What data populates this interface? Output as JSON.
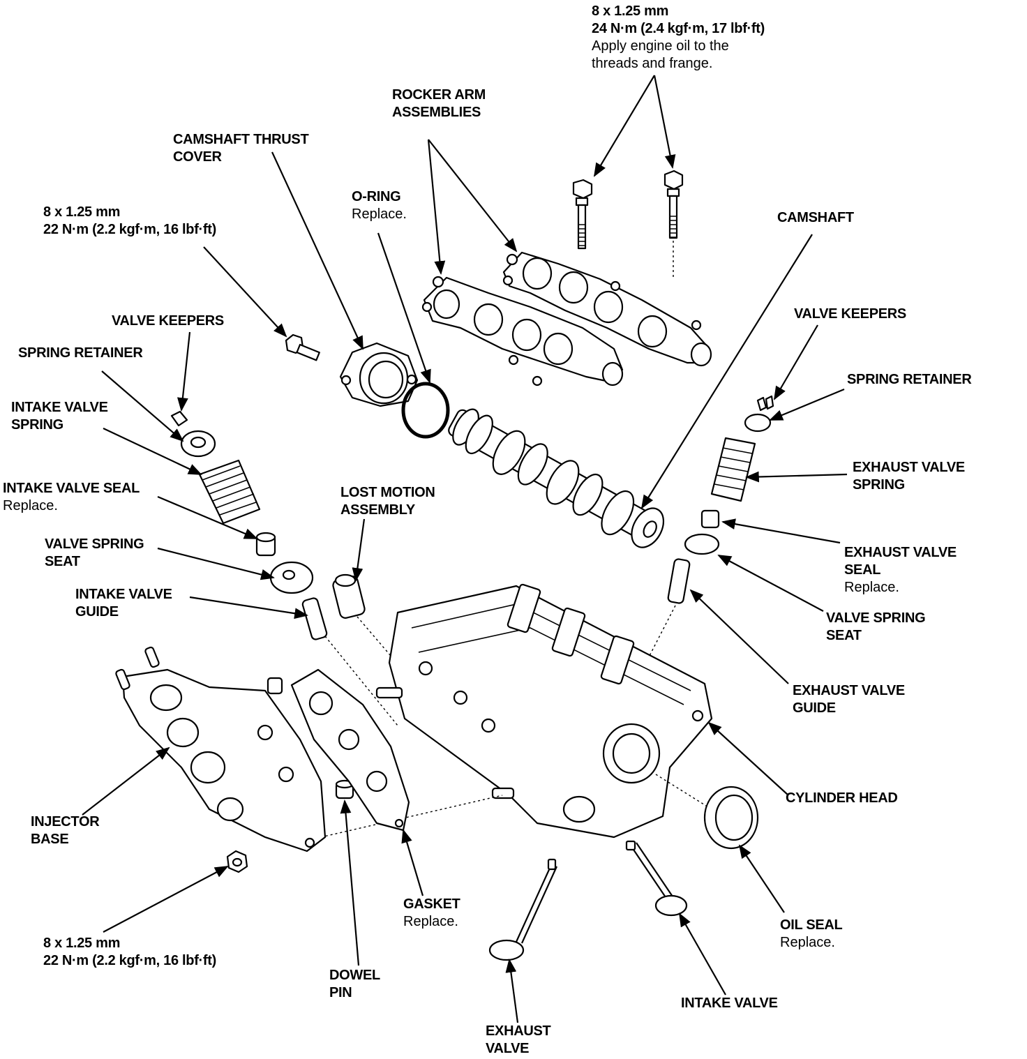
{
  "diagram": {
    "labels": {
      "top_bolt": {
        "line1": "8 x 1.25 mm",
        "line2": "24 N·m (2.4 kgf·m, 17 lbf·ft)",
        "line3": "Apply engine oil to the",
        "line4": "threads and frange."
      },
      "rocker_arm": {
        "line1": "ROCKER ARM",
        "line2": "ASSEMBLIES"
      },
      "camshaft_thrust_cover": {
        "line1": "CAMSHAFT THRUST",
        "line2": "COVER"
      },
      "o_ring": {
        "line1": "O-RING",
        "note": "Replace."
      },
      "left_bolt": {
        "line1": "8 x 1.25 mm",
        "line2": "22 N·m (2.2 kgf·m, 16 lbf·ft)"
      },
      "camshaft": {
        "line1": "CAMSHAFT"
      },
      "valve_keepers_left": {
        "line1": "VALVE KEEPERS"
      },
      "valve_keepers_right": {
        "line1": "VALVE KEEPERS"
      },
      "spring_retainer_left": {
        "line1": "SPRING RETAINER"
      },
      "spring_retainer_right": {
        "line1": "SPRING RETAINER"
      },
      "intake_valve_spring": {
        "line1": "INTAKE VALVE",
        "line2": "SPRING"
      },
      "intake_valve_seal": {
        "line1": "INTAKE VALVE SEAL",
        "note": "Replace."
      },
      "valve_spring_seat_left": {
        "line1": "VALVE SPRING",
        "line2": "SEAT"
      },
      "intake_valve_guide": {
        "line1": "INTAKE VALVE",
        "line2": "GUIDE"
      },
      "lost_motion": {
        "line1": "LOST MOTION",
        "line2": "ASSEMBLY"
      },
      "exhaust_valve_spring": {
        "line1": "EXHAUST VALVE",
        "line2": "SPRING"
      },
      "exhaust_valve_seal": {
        "line1": "EXHAUST VALVE",
        "line2": "SEAL",
        "note": "Replace."
      },
      "valve_spring_seat_right": {
        "line1": "VALVE SPRING",
        "line2": "SEAT"
      },
      "exhaust_valve_guide": {
        "line1": "EXHAUST VALVE",
        "line2": "GUIDE"
      },
      "cylinder_head": {
        "line1": "CYLINDER HEAD"
      },
      "injector_base": {
        "line1": "INJECTOR",
        "line2": "BASE"
      },
      "bottom_bolt": {
        "line1": "8 x 1.25 mm",
        "line2": "22 N·m (2.2 kgf·m, 16 lbf·ft)"
      },
      "gasket": {
        "line1": "GASKET",
        "note": "Replace."
      },
      "oil_seal": {
        "line1": "OIL SEAL",
        "note": "Replace."
      },
      "dowel_pin": {
        "line1": "DOWEL",
        "line2": "PIN"
      },
      "intake_valve": {
        "line1": "INTAKE VALVE"
      },
      "exhaust_valve": {
        "line1": "EXHAUST",
        "line2": "VALVE"
      }
    }
  }
}
